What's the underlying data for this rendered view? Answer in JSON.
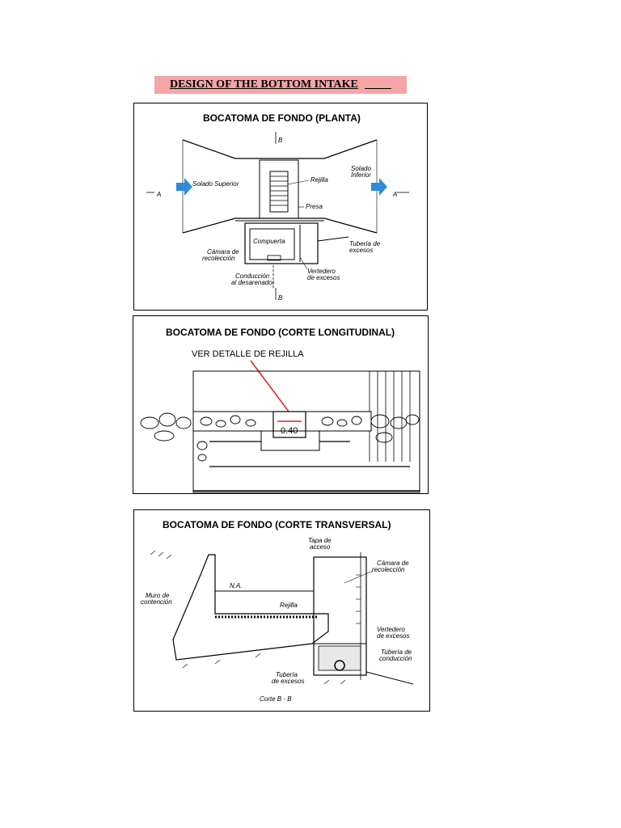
{
  "heading": "DESIGN OF THE BOTTOM INTAKE",
  "planta": {
    "title": "BOCATOMA DE FONDO (PLANTA)",
    "section_mark": "B",
    "section_mark_a": "A",
    "rejilla": "Rejilla",
    "presa": "Presa",
    "solado_superior": "Solado Superior",
    "solado_inferior_1": "Solado",
    "solado_inferior_2": "Inferior",
    "compuerta": "Compuerta",
    "camara_1": "Cámara de",
    "camara_2": "recolección",
    "tuberia_1": "Tubería de",
    "tuberia_2": "excesos",
    "conduccion_1": "Conducción",
    "conduccion_2": "al desarenador",
    "vertedero_1": "Vertedero",
    "vertedero_2": "de excesos",
    "arrow_color": "#2e8bd6"
  },
  "longitudinal": {
    "title": "BOCATOMA DE FONDO (CORTE LONGITUDINAL)",
    "callout": "VER DETALLE DE REJILLA",
    "dimension": "0.40",
    "callout_color": "#e02020"
  },
  "transversal": {
    "title": "BOCATOMA DE FONDO (CORTE TRANSVERSAL)",
    "tapa_1": "Tapa de",
    "tapa_2": "acceso",
    "camara_1": "Cámara de",
    "camara_2": "recolección",
    "na": "N.A.",
    "muro_1": "Muro de",
    "muro_2": "contención",
    "rejilla": "Rejilla",
    "vertedero_1": "Vertedero",
    "vertedero_2": "de excesos",
    "tuberia_cond_1": "Tubería de",
    "tuberia_cond_2": "conducción",
    "tuberia_exc_1": "Tubería",
    "tuberia_exc_2": "de excesos",
    "corte": "Corte B - B"
  }
}
